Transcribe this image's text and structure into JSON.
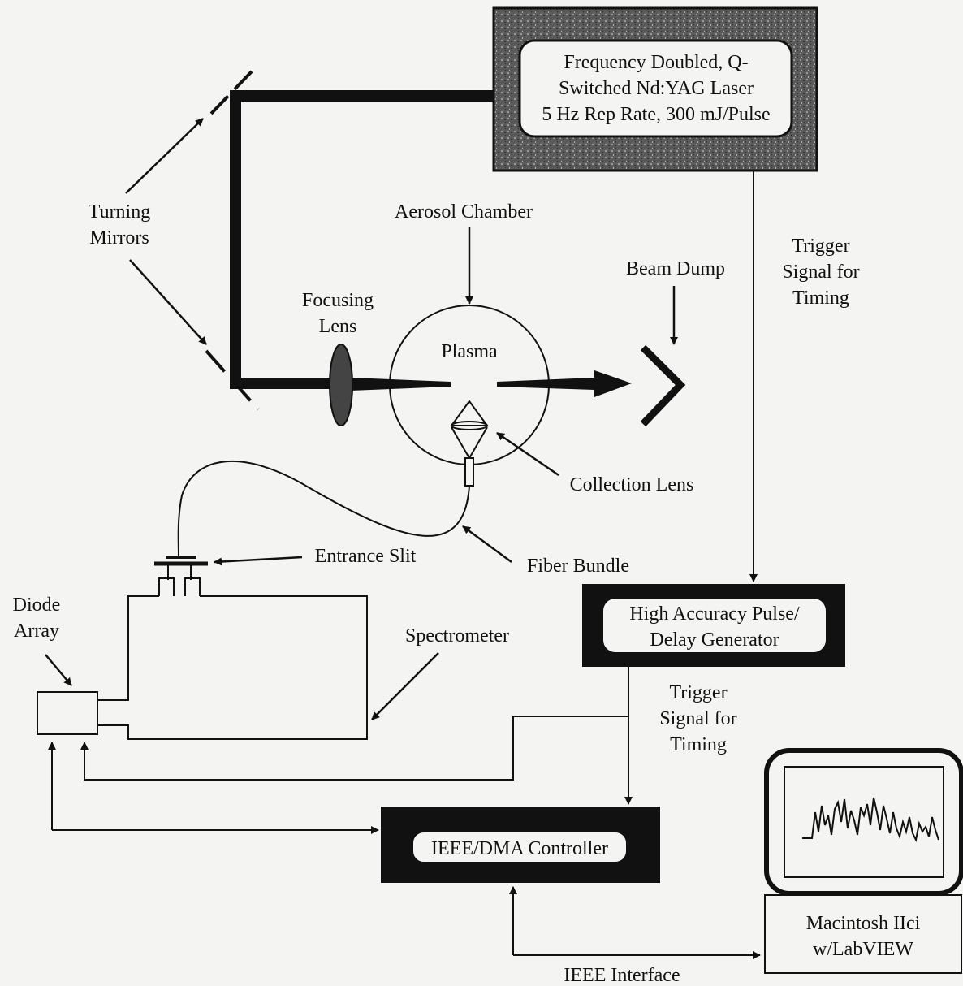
{
  "laser": {
    "line1": "Frequency Doubled, Q-",
    "line2": "Switched Nd:YAG Laser",
    "line3": "5 Hz Rep Rate, 300 mJ/Pulse"
  },
  "turning_mirrors": {
    "line1": "Turning",
    "line2": "Mirrors"
  },
  "aerosol_chamber": "Aerosol Chamber",
  "beam_dump": "Beam Dump",
  "trigger_top": {
    "line1": "Trigger",
    "line2": "Signal for",
    "line3": "Timing"
  },
  "focusing_lens": {
    "line1": "Focusing",
    "line2": "Lens"
  },
  "plasma": "Plasma",
  "collection_lens": "Collection Lens",
  "entrance_slit": "Entrance  Slit",
  "fiber_bundle": "Fiber Bundle",
  "diode_array": {
    "line1": "Diode",
    "line2": "Array"
  },
  "spectrometer": "Spectrometer",
  "pulse_generator": {
    "line1": "High Accuracy Pulse/",
    "line2": "Delay Generator"
  },
  "trigger_bottom": {
    "line1": "Trigger",
    "line2": "Signal for",
    "line3": "Timing"
  },
  "ieee_controller": "IEEE/DMA Controller",
  "macintosh": {
    "line1": "Macintosh IIci",
    "line2": "w/LabVIEW"
  },
  "ieee_interface": "IEEE Interface",
  "colors": {
    "ink": "#111111",
    "paper": "#f4f4f2",
    "laser_fill": "#6a6a6a"
  }
}
